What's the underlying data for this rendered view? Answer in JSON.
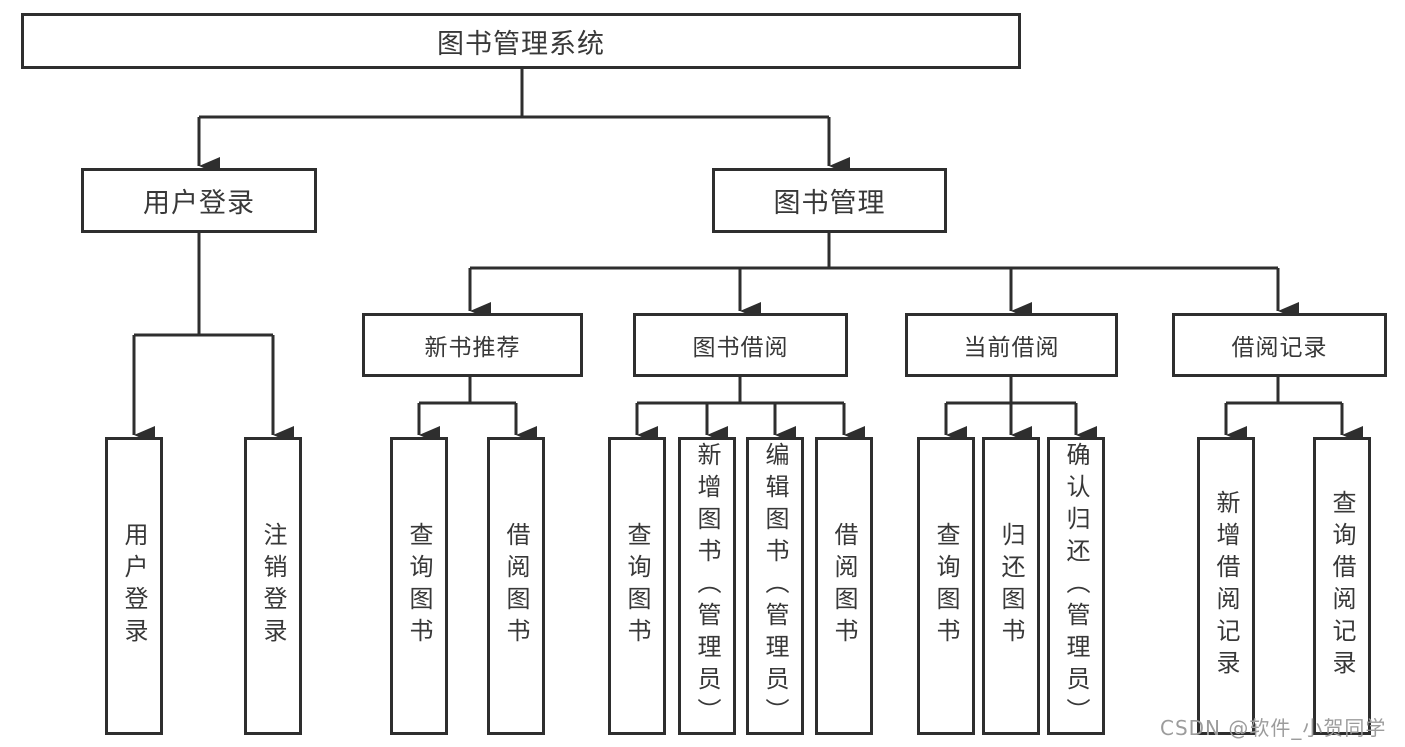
{
  "diagram": {
    "root": {
      "label": "图书管理系统"
    },
    "branches": [
      {
        "label": "用户登录",
        "children": [
          {
            "label": "用户登录"
          },
          {
            "label": "注销登录"
          }
        ]
      },
      {
        "label": "图书管理",
        "children": [
          {
            "label": "新书推荐",
            "children": [
              {
                "label": "查询图书"
              },
              {
                "label": "借阅图书"
              }
            ]
          },
          {
            "label": "图书借阅",
            "children": [
              {
                "label": "查询图书"
              },
              {
                "label": "新增图书（管理员）"
              },
              {
                "label": "编辑图书（管理员）"
              },
              {
                "label": "借阅图书"
              }
            ]
          },
          {
            "label": "当前借阅",
            "children": [
              {
                "label": "查询图书"
              },
              {
                "label": "归还图书"
              },
              {
                "label": "确认归还（管理员）"
              }
            ]
          },
          {
            "label": "借阅记录",
            "children": [
              {
                "label": "新增借阅记录"
              },
              {
                "label": "查询借阅记录"
              }
            ]
          }
        ]
      }
    ]
  },
  "watermark": {
    "text": "CSDN @软件_小贺同学"
  },
  "colors": {
    "line": "#2e2e2e",
    "text": "#383838",
    "background": "#ffffff",
    "watermark": "#9c9c9c"
  }
}
